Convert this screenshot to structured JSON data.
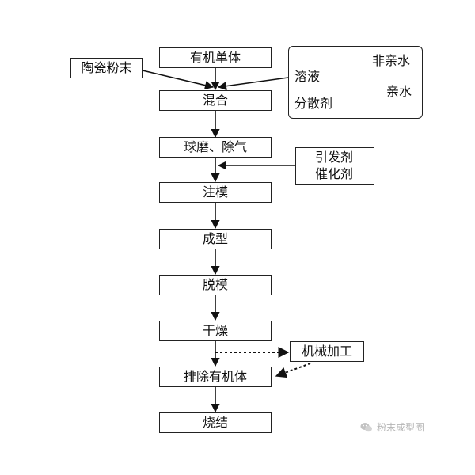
{
  "diagram": {
    "steps": [
      "有机单体",
      "混合",
      "球磨、除气",
      "注模",
      "成型",
      "脱模",
      "干燥",
      "排除有机体",
      "烧结"
    ],
    "ceramic_powder": "陶瓷粉末",
    "solution_group": {
      "solution": "溶液",
      "dispersant": "分散剂",
      "non_hydrophilic": "非亲水",
      "hydrophilic": "亲水"
    },
    "additive_group": {
      "initiator": "引发剂",
      "catalyst": "催化剂"
    },
    "machining": "机械加工"
  },
  "watermark": {
    "text": "粉末成型圈",
    "icon": "wechat-icon"
  }
}
